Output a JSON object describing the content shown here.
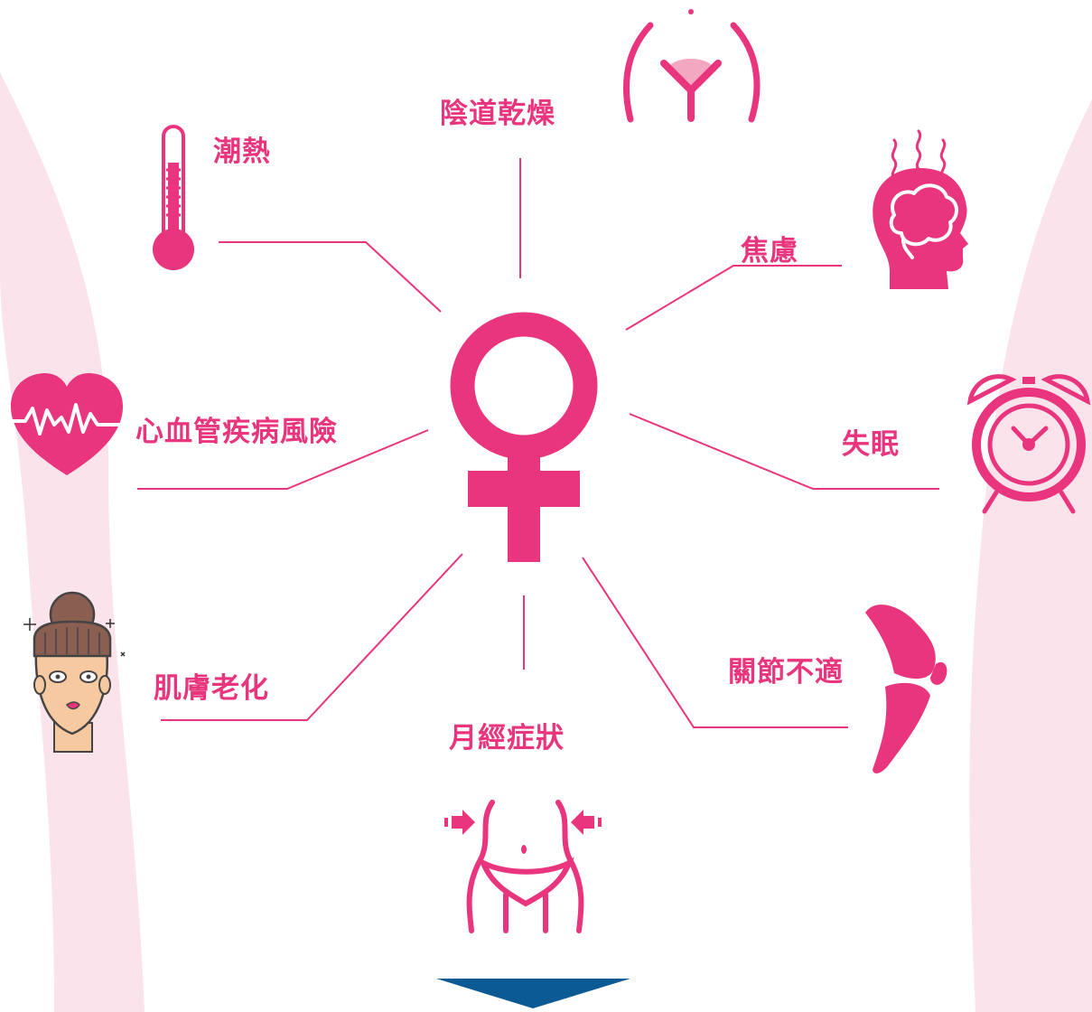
{
  "colors": {
    "accent": "#e8357d",
    "light_pink": "#fbe3ec",
    "arrow_blue": "#0b5a94"
  },
  "center": {
    "icon": "female-symbol-icon"
  },
  "symptoms": [
    {
      "id": "vaginal-dryness",
      "label": "陰道乾燥",
      "icon": "pelvis-icon"
    },
    {
      "id": "hot-flashes",
      "label": "潮熱",
      "icon": "thermometer-icon"
    },
    {
      "id": "anxiety",
      "label": "焦慮",
      "icon": "head-brain-icon"
    },
    {
      "id": "cardio",
      "label": "心血管疾病風險",
      "icon": "heart-pulse-icon"
    },
    {
      "id": "insomnia",
      "label": "失眠",
      "icon": "alarm-clock-icon"
    },
    {
      "id": "skin-aging",
      "label": "肌膚老化",
      "icon": "woman-face-icon"
    },
    {
      "id": "joint",
      "label": "關節不適",
      "icon": "knee-joint-icon"
    },
    {
      "id": "menstrual",
      "label": "月經症狀",
      "icon": "waist-icon"
    }
  ],
  "footer": {
    "icon": "down-arrow-icon"
  }
}
